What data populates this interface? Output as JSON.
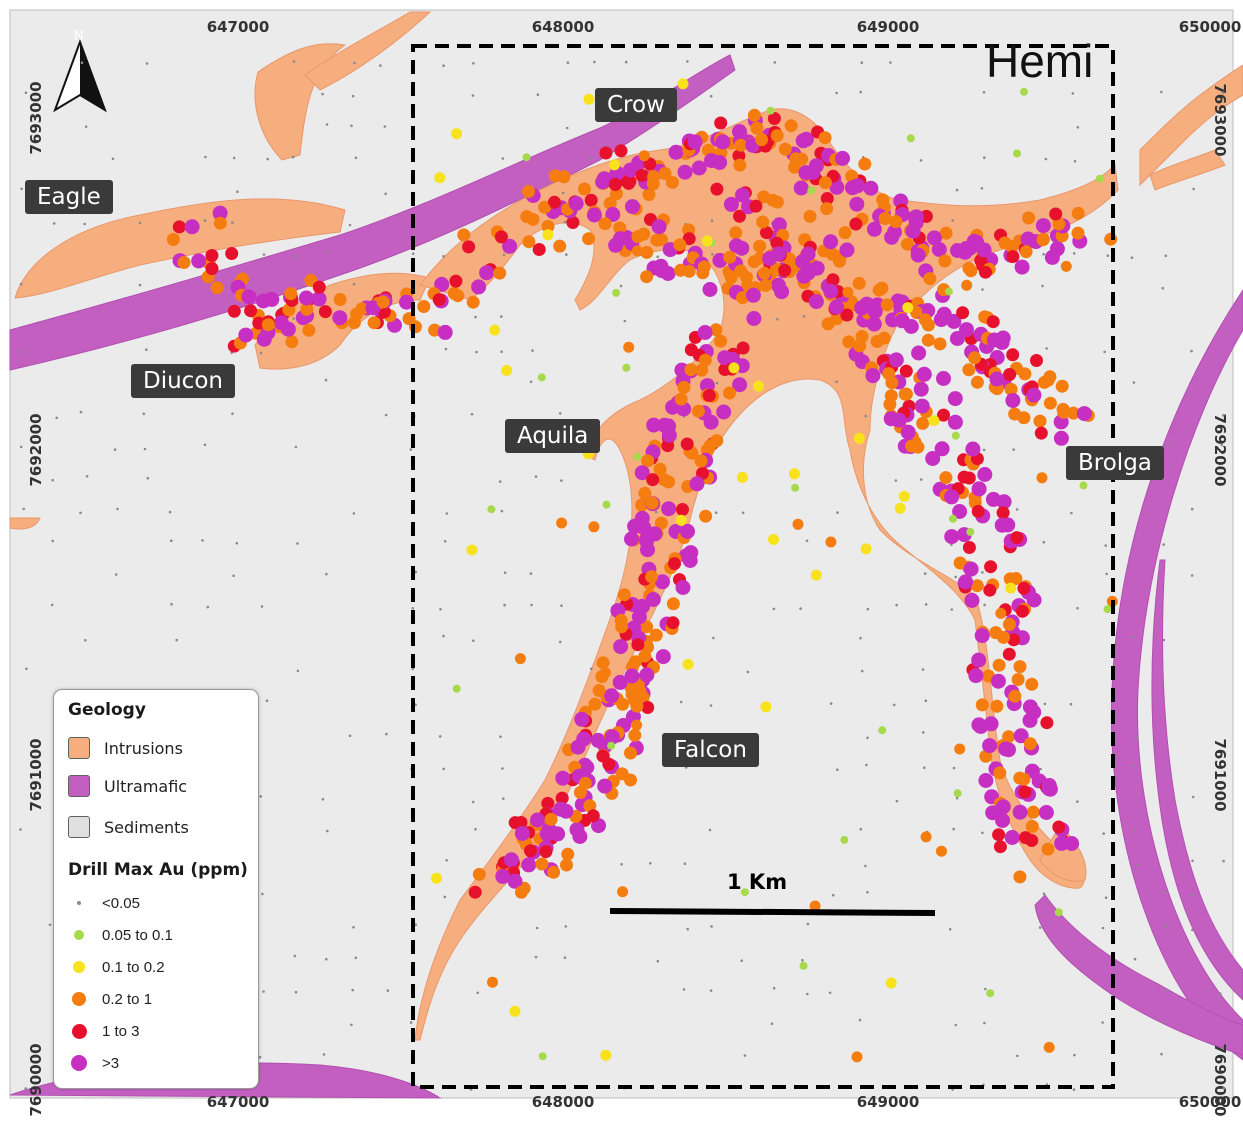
{
  "title": "Hemi",
  "coords": {
    "easting_top": [
      "647000",
      "648000",
      "649000",
      "650000"
    ],
    "easting_bottom": [
      "647000",
      "648000",
      "649000",
      "650000"
    ],
    "northing_left": [
      "7693000",
      "7692000",
      "7691000",
      "7690000"
    ],
    "northing_right": [
      "7693000",
      "7692000",
      "7691000",
      "7690000"
    ]
  },
  "prospects": [
    "Crow",
    "Eagle",
    "Diucon",
    "Aquila",
    "Brolga",
    "Falcon"
  ],
  "scale_bar": "1 Km",
  "north_arrow": "N",
  "legend": {
    "geology_title": "Geology",
    "geology": [
      {
        "label": "Intrusions",
        "color": "#f7ae7e"
      },
      {
        "label": "Ultramafic",
        "color": "#c45fc2"
      },
      {
        "label": "Sediments",
        "color": "#e0e0e0"
      }
    ],
    "au_title": "Drill Max Au (ppm)",
    "au": [
      {
        "label": "<0.05",
        "color": "#8a8a8a"
      },
      {
        "label": "0.05 to 0.1",
        "color": "#a6d94c"
      },
      {
        "label": "0.1 to 0.2",
        "color": "#f7e21b"
      },
      {
        "label": "0.2 to 1",
        "color": "#f57d10"
      },
      {
        "label": "1 to 3",
        "color": "#e8112d"
      },
      {
        "label": ">3",
        "color": "#c72fc2"
      }
    ]
  }
}
